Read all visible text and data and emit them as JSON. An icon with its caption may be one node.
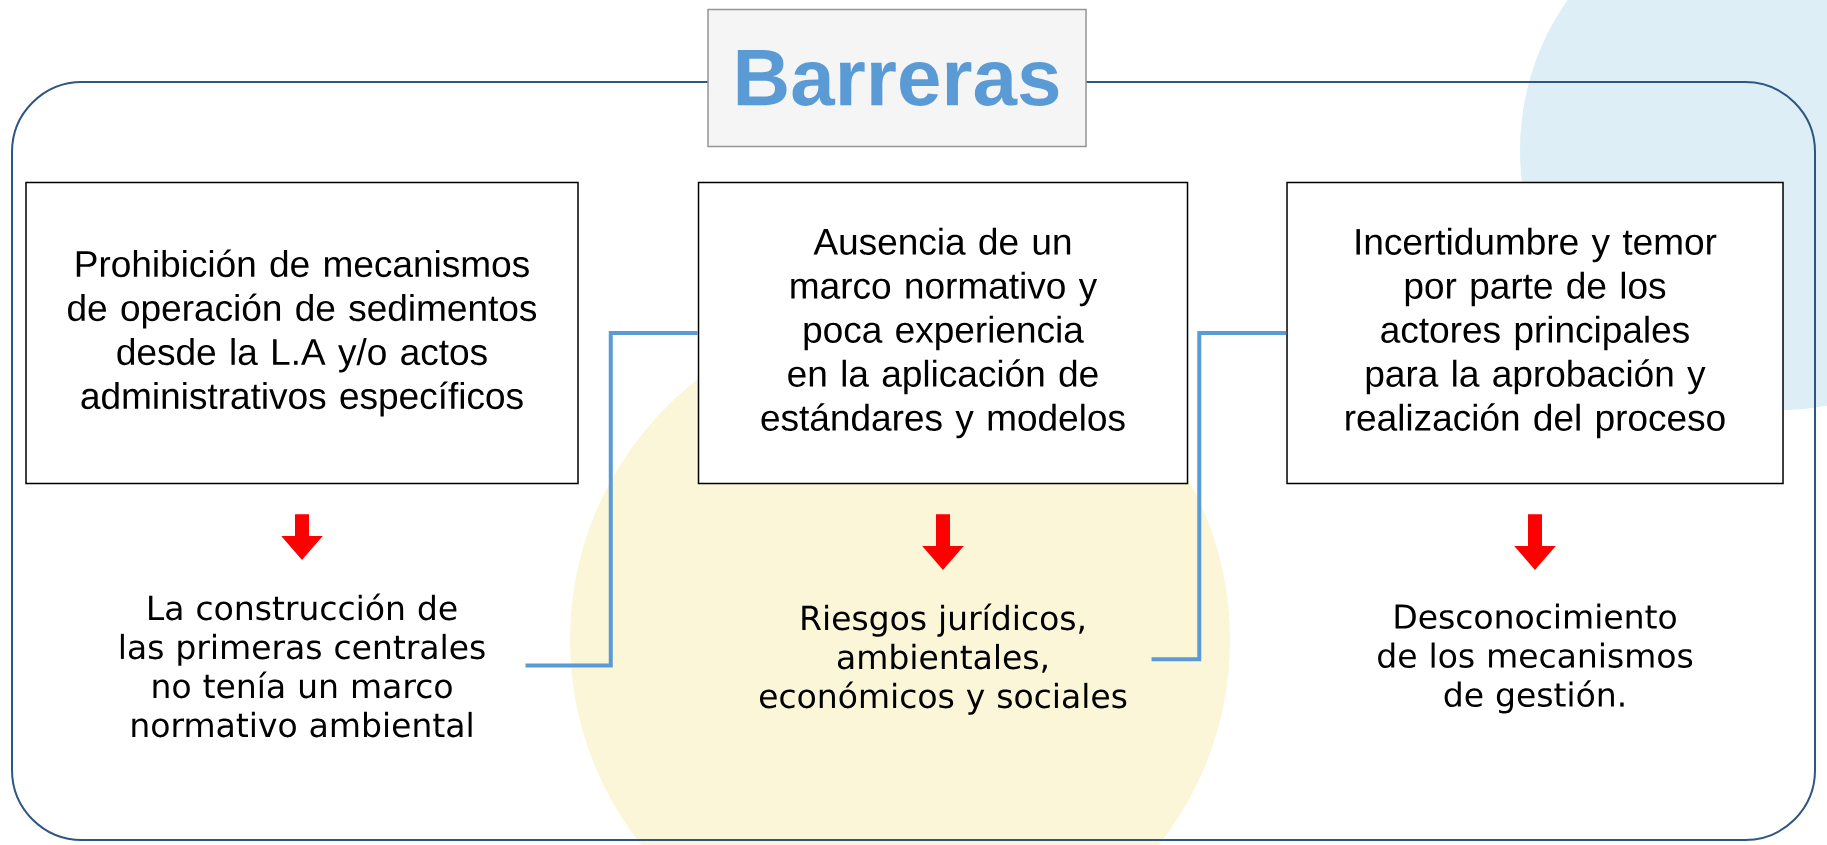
{
  "diagram": {
    "title": "Barreras",
    "nodes": [
      {
        "text": [
          "Prohibición de mecanismos de operación de sedimentos desde la L.A y/o actos administrativos específicos"
        ]
      },
      {
        "text": [
          "Ausencia de un marco normativo y poca experiencia en la aplicación de estándares y modelos"
        ]
      },
      {
        "text": [
          "Incertidumbre y temor por parte de los actores principales para la aprobación y realización del proceso"
        ]
      },
      {
        "text": [
          "La construcción de las primeras centrales no tenía un marco normativo ambiental"
        ]
      },
      {
        "text": [
          "Riesgos jurídicos, ambientales, económicos y sociales"
        ]
      },
      {
        "text": [
          "Desconocimiento de los mecanismos de gestión."
        ]
      }
    ],
    "edges": [
      {
        "from": 0,
        "to": 3,
        "arrow": "to"
      },
      {
        "from": 1,
        "to": 4,
        "arrow": "to"
      },
      {
        "from": 2,
        "to": 5,
        "arrow": "to"
      },
      {
        "from": 3,
        "to": 1,
        "arrow": "none",
        "color": "#5b9bd5"
      },
      {
        "from": 4,
        "to": 2,
        "arrow": "none",
        "color": "#5b9bd5"
      }
    ]
  }
}
